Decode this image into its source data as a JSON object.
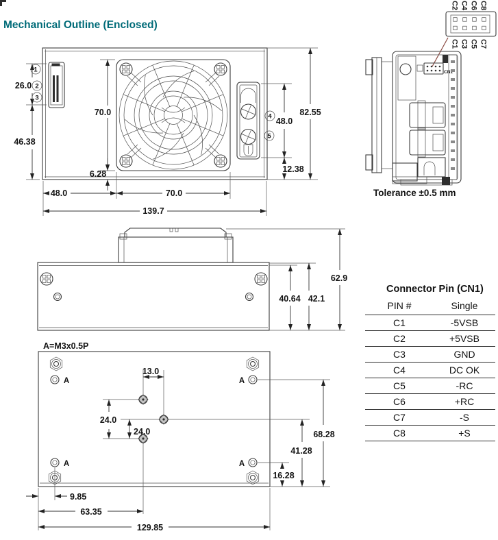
{
  "title": "Mechanical Outline (Enclosed)",
  "tolerance_note": "Tolerance ±0.5 mm",
  "colors": {
    "title": "#006b78",
    "leader": "#8a4a42"
  },
  "connector_detail": {
    "top_labels": [
      "C2",
      "C4",
      "C6",
      "C8"
    ],
    "bottom_labels": [
      "C1",
      "C3",
      "C5",
      "C7"
    ]
  },
  "end_view": {
    "cn1": "CN1"
  },
  "front_view": {
    "callout_1": "1",
    "callout_2": "2",
    "callout_3": "3",
    "callout_4": "4",
    "callout_5": "5",
    "dim_26_0": "26.0",
    "dim_46_38": "46.38",
    "dim_70_v": "70.0",
    "dim_6_28": "6.28",
    "dim_48_bottom": "48.0",
    "dim_70_bottom": "70.0",
    "dim_139_7": "139.7",
    "dim_82_55": "82.55",
    "dim_48_right": "48.0",
    "dim_12_38": "12.38"
  },
  "profile_view": {
    "dim_40_64": "40.64",
    "dim_42_1": "42.1",
    "dim_62_9": "62.9"
  },
  "bottom_view": {
    "thread_note": "A=M3x0.5P",
    "hole_label": "A",
    "dim_13_0": "13.0",
    "dim_24_a": "24.0",
    "dim_24_b": "24.0",
    "dim_68_28": "68.28",
    "dim_41_28": "41.28",
    "dim_16_28": "16.28",
    "dim_9_85": "9.85",
    "dim_63_35": "63.35",
    "dim_129_85": "129.85"
  },
  "pin_table": {
    "title": "Connector Pin (CN1)",
    "col_pin": "PIN #",
    "col_single": "Single",
    "rows": [
      {
        "pin": "C1",
        "single": "-5VSB"
      },
      {
        "pin": "C2",
        "single": "+5VSB"
      },
      {
        "pin": "C3",
        "single": "GND"
      },
      {
        "pin": "C4",
        "single": "DC OK"
      },
      {
        "pin": "C5",
        "single": "-RC"
      },
      {
        "pin": "C6",
        "single": "+RC"
      },
      {
        "pin": "C7",
        "single": "-S"
      },
      {
        "pin": "C8",
        "single": "+S"
      }
    ]
  }
}
